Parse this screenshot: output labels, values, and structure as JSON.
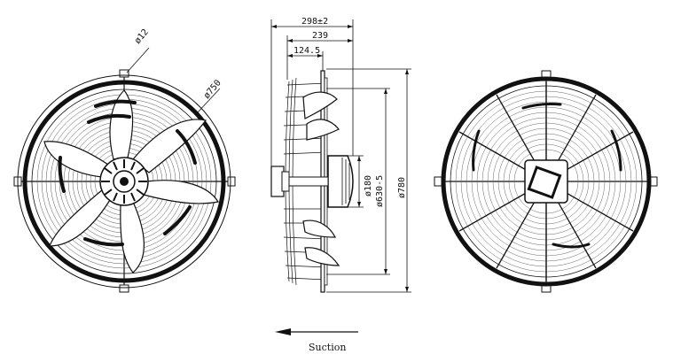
{
  "front_view": {
    "labels": {
      "bolt_diameter": "ø12",
      "outer_diameter": "ø750"
    }
  },
  "side_view": {
    "labels": {
      "overall_depth": "298±2",
      "mount_depth": "239",
      "hub_offset": "124.5",
      "motor_diameter": "ø180",
      "impeller_diameter": "ø630-5",
      "guard_diameter": "ø780"
    }
  },
  "rear_view": {},
  "airflow": {
    "label": "Suction"
  },
  "colors": {
    "line": "#111111",
    "background": "#ffffff"
  }
}
